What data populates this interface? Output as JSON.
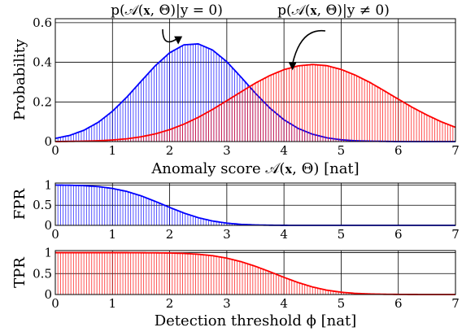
{
  "chart_data": [
    {
      "type": "line",
      "style": "stem-under-curve",
      "xlabel": "Anomaly score 𝒜(𝐱, Θ) [nat]",
      "ylabel": "Probability",
      "xlim": [
        0,
        7
      ],
      "ylim": [
        0,
        0.62
      ],
      "xticks": [
        "0",
        "1",
        "2",
        "3",
        "4",
        "5",
        "6",
        "7"
      ],
      "yticks": [
        "0",
        "0.2",
        "0.4",
        "0.6"
      ],
      "grid": true,
      "series": [
        {
          "color": "#0000ff",
          "x": [
            0,
            0.25,
            0.5,
            0.75,
            1.0,
            1.25,
            1.5,
            1.75,
            2.0,
            2.25,
            2.5,
            2.75,
            3.0,
            3.25,
            3.5,
            3.75,
            4.0,
            4.25,
            4.5,
            4.75,
            5.0,
            5.25,
            5.5,
            5.75,
            6.0,
            6.25,
            6.5,
            6.75,
            7.0
          ],
          "values": [
            0.016,
            0.031,
            0.057,
            0.097,
            0.153,
            0.224,
            0.304,
            0.383,
            0.448,
            0.488,
            0.493,
            0.462,
            0.403,
            0.325,
            0.244,
            0.17,
            0.11,
            0.066,
            0.037,
            0.019,
            0.009,
            0.004,
            0.002,
            0.001,
            0.0,
            0.0,
            0.0,
            0.0,
            0.0
          ]
        },
        {
          "color": "#ff0000",
          "x": [
            0,
            0.25,
            0.5,
            0.75,
            1.0,
            1.25,
            1.5,
            1.75,
            2.0,
            2.25,
            2.5,
            2.75,
            3.0,
            3.25,
            3.5,
            3.75,
            4.0,
            4.25,
            4.5,
            4.75,
            5.0,
            5.25,
            5.5,
            5.75,
            6.0,
            6.25,
            6.5,
            6.75,
            7.0
          ],
          "values": [
            0.0,
            0.001,
            0.002,
            0.004,
            0.008,
            0.014,
            0.024,
            0.039,
            0.06,
            0.088,
            0.122,
            0.162,
            0.206,
            0.251,
            0.295,
            0.333,
            0.363,
            0.382,
            0.389,
            0.383,
            0.364,
            0.335,
            0.299,
            0.257,
            0.214,
            0.172,
            0.134,
            0.1,
            0.072
          ]
        }
      ],
      "annotations": [
        {
          "text": "p(𝒜(𝐱, Θ)|y = 0)",
          "target": [
            2.15,
            0.49
          ]
        },
        {
          "text": "p(𝒜(𝐱, Θ)|y ≠ 0)",
          "target": [
            4.15,
            0.36
          ]
        }
      ]
    },
    {
      "type": "line",
      "style": "stem-under-curve",
      "ylabel": "FPR",
      "xlim": [
        0,
        7
      ],
      "ylim": [
        0,
        1.05
      ],
      "xticks": [
        "0",
        "1",
        "2",
        "3",
        "4",
        "5",
        "6",
        "7"
      ],
      "yticks": [
        "0",
        "0.5",
        "1"
      ],
      "grid": true,
      "series": [
        {
          "color": "#0000ff",
          "x": [
            0,
            0.25,
            0.5,
            0.75,
            1.0,
            1.25,
            1.5,
            1.75,
            2.0,
            2.25,
            2.5,
            2.75,
            3.0,
            3.25,
            3.5,
            3.75,
            4.0,
            4.25,
            4.5,
            4.75,
            5.0,
            5.25,
            5.5,
            5.75,
            6.0,
            6.25,
            6.5,
            6.75,
            7.0
          ],
          "values": [
            1.0,
            0.996,
            0.985,
            0.962,
            0.917,
            0.842,
            0.733,
            0.595,
            0.446,
            0.306,
            0.191,
            0.108,
            0.055,
            0.025,
            0.01,
            0.004,
            0.001,
            0.0,
            0.0,
            0.0,
            0.0,
            0.0,
            0.0,
            0.0,
            0.0,
            0.0,
            0.0,
            0.0,
            0.0
          ]
        }
      ]
    },
    {
      "type": "line",
      "style": "stem-under-curve",
      "xlabel": "Detection threshold ϕ [nat]",
      "ylabel": "TPR",
      "xlim": [
        0,
        7
      ],
      "ylim": [
        0,
        1.05
      ],
      "xticks": [
        "0",
        "1",
        "2",
        "3",
        "4",
        "5",
        "6",
        "7"
      ],
      "yticks": [
        "0",
        "0.5",
        "1"
      ],
      "grid": true,
      "series": [
        {
          "color": "#ff0000",
          "x": [
            0,
            0.25,
            0.5,
            0.75,
            1.0,
            1.25,
            1.5,
            1.75,
            2.0,
            2.25,
            2.5,
            2.75,
            3.0,
            3.25,
            3.5,
            3.75,
            4.0,
            4.25,
            4.5,
            4.75,
            5.0,
            5.25,
            5.5,
            5.75,
            6.0,
            6.25,
            6.5,
            6.75,
            7.0
          ],
          "values": [
            1.0,
            1.0,
            1.0,
            1.0,
            1.0,
            1.0,
            0.998,
            0.996,
            0.992,
            0.982,
            0.962,
            0.928,
            0.87,
            0.785,
            0.675,
            0.546,
            0.41,
            0.285,
            0.18,
            0.103,
            0.055,
            0.027,
            0.013,
            0.006,
            0.003,
            0.001,
            0.0,
            0.0,
            0.0
          ]
        }
      ]
    }
  ]
}
